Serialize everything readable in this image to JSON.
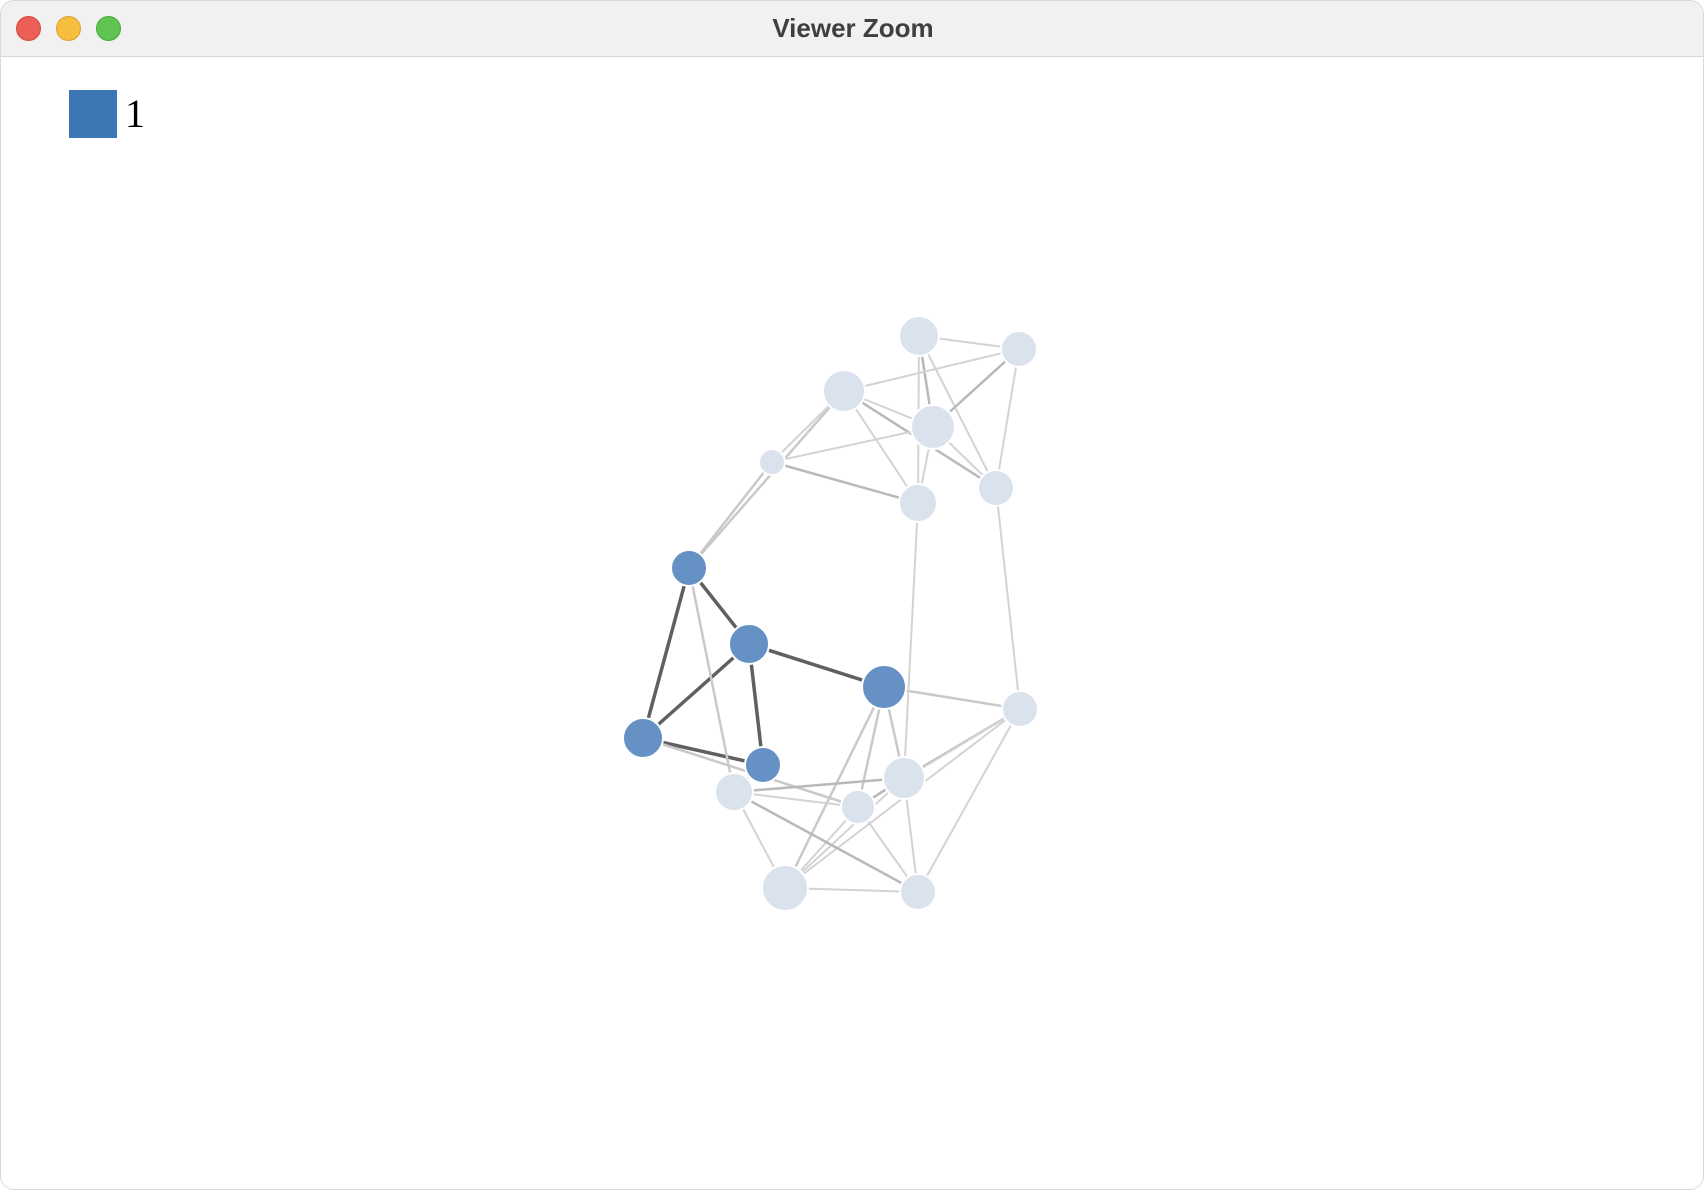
{
  "window": {
    "title": "Viewer Zoom",
    "controls": [
      "close",
      "minimize",
      "zoom"
    ]
  },
  "legend": [
    {
      "label": "1",
      "color": "#3d76b4"
    }
  ],
  "graph": {
    "highlight_color": "#6591c5",
    "dim_color": "#dae3ed",
    "nodes": [
      {
        "id": "n1",
        "group": "1"
      },
      {
        "id": "n2",
        "group": "1"
      },
      {
        "id": "n3",
        "group": "1"
      },
      {
        "id": "n4",
        "group": "1"
      },
      {
        "id": "n5",
        "group": "1"
      },
      {
        "id": "n6",
        "group": "other"
      },
      {
        "id": "n7",
        "group": "other"
      },
      {
        "id": "n8",
        "group": "other"
      },
      {
        "id": "n9",
        "group": "other"
      },
      {
        "id": "n10",
        "group": "other"
      },
      {
        "id": "n11",
        "group": "other"
      },
      {
        "id": "n12",
        "group": "other"
      },
      {
        "id": "n13",
        "group": "other"
      },
      {
        "id": "n14",
        "group": "other"
      },
      {
        "id": "n15",
        "group": "other"
      },
      {
        "id": "n16",
        "group": "other"
      },
      {
        "id": "n17",
        "group": "other"
      },
      {
        "id": "n18",
        "group": "other"
      }
    ],
    "edges": [
      [
        "n1",
        "n2"
      ],
      [
        "n2",
        "n3"
      ],
      [
        "n2",
        "n4"
      ],
      [
        "n2",
        "n5"
      ],
      [
        "n4",
        "n5"
      ],
      [
        "n3",
        "n14"
      ],
      [
        "n3",
        "n15"
      ],
      [
        "n3",
        "n17"
      ],
      [
        "n3",
        "n18"
      ],
      [
        "n1",
        "n4"
      ],
      [
        "n1",
        "n16"
      ],
      [
        "n1",
        "n10"
      ],
      [
        "n1",
        "n8"
      ],
      [
        "n4",
        "n17"
      ],
      [
        "n5",
        "n16"
      ],
      [
        "n6",
        "n7"
      ],
      [
        "n6",
        "n9"
      ],
      [
        "n6",
        "n11"
      ],
      [
        "n6",
        "n12"
      ],
      [
        "n7",
        "n8"
      ],
      [
        "n7",
        "n9"
      ],
      [
        "n7",
        "n12"
      ],
      [
        "n8",
        "n9"
      ],
      [
        "n8",
        "n11"
      ],
      [
        "n8",
        "n12"
      ],
      [
        "n9",
        "n10"
      ],
      [
        "n9",
        "n11"
      ],
      [
        "n9",
        "n12"
      ],
      [
        "n10",
        "n11"
      ],
      [
        "n10",
        "n8"
      ],
      [
        "n11",
        "n15"
      ],
      [
        "n12",
        "n14"
      ],
      [
        "n14",
        "n15"
      ],
      [
        "n14",
        "n18"
      ],
      [
        "n14",
        "n17"
      ],
      [
        "n15",
        "n16"
      ],
      [
        "n15",
        "n17"
      ],
      [
        "n15",
        "n18"
      ],
      [
        "n16",
        "n17"
      ],
      [
        "n16",
        "n18"
      ],
      [
        "n16",
        "n15"
      ],
      [
        "n17",
        "n18"
      ]
    ]
  }
}
